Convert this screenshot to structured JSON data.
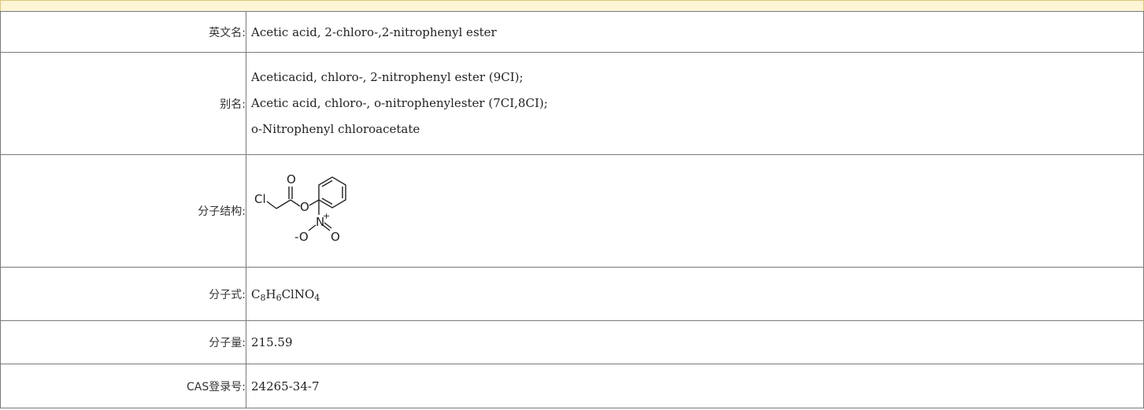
{
  "rows": [
    {
      "label": "英文名:",
      "value": "Acetic acid, 2-chloro-,2-nitrophenyl ester"
    },
    {
      "label": "别名:",
      "lines": [
        "Aceticacid, chloro-, 2-nitrophenyl ester (9CI);",
        "Acetic acid, chloro-, o-nitrophenylester (7CI,8CI);",
        "o-Nitrophenyl chloroacetate"
      ]
    },
    {
      "label": "分子结构:",
      "structure_atoms": [
        "Cl",
        "O",
        "O",
        "N",
        "+",
        "-O",
        "O"
      ]
    },
    {
      "label": "分子式:",
      "formula": [
        {
          "t": "C"
        },
        {
          "s": "8"
        },
        {
          "t": "H"
        },
        {
          "s": "6"
        },
        {
          "t": "ClNO"
        },
        {
          "s": "4"
        }
      ]
    },
    {
      "label": "分子量:",
      "value": "215.59"
    },
    {
      "label": "CAS登录号:",
      "value": "24265-34-7"
    }
  ],
  "colors": {
    "banner_bg": "#fdf5d6",
    "border": "#7a7a7a"
  }
}
